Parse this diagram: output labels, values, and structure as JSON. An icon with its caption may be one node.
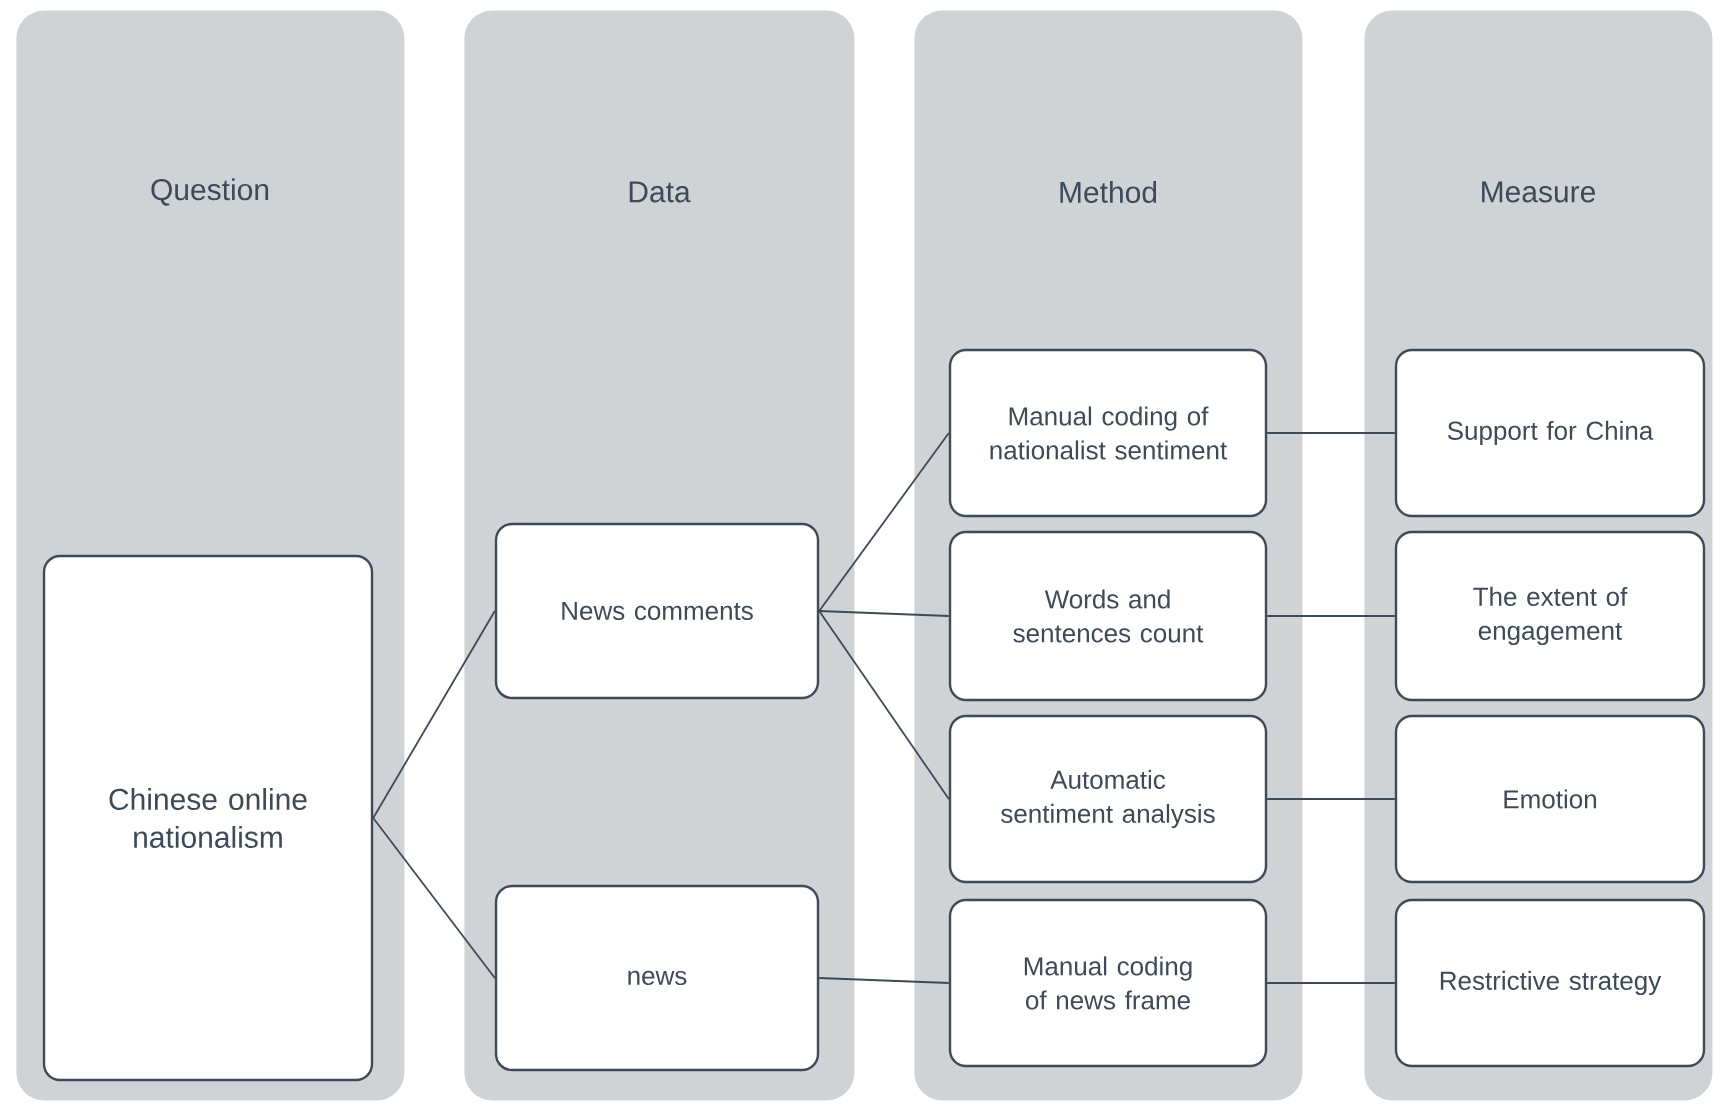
{
  "diagram": {
    "nodes": [
      {
        "text": [
          "Question"
        ]
      },
      {
        "text": [
          "Data"
        ]
      },
      {
        "text": [
          "Method"
        ]
      },
      {
        "text": [
          "Measure"
        ]
      },
      {
        "text": [
          "Chinese online nationalism"
        ],
        "in": 0
      },
      {
        "text": [
          "News comments"
        ],
        "in": 1
      },
      {
        "text": [
          "news"
        ],
        "in": 1
      },
      {
        "text": [
          "Manual coding of nationalist sentiment"
        ],
        "in": 2
      },
      {
        "text": [
          "Words and sentences count"
        ],
        "in": 2
      },
      {
        "text": [
          "Automatic sentiment analysis"
        ],
        "in": 2
      },
      {
        "text": [
          "Manual coding of news frame"
        ],
        "in": 2
      },
      {
        "text": [
          "Support for China"
        ],
        "in": 3
      },
      {
        "text": [
          "The extent of engagement"
        ],
        "in": 3
      },
      {
        "text": [
          "Emotion"
        ],
        "in": 3
      },
      {
        "text": [
          "Restrictive strategy"
        ],
        "in": 3
      }
    ],
    "edges": [
      {
        "from": 4,
        "to": 5,
        "arrow": "none"
      },
      {
        "from": 4,
        "to": 6,
        "arrow": "none"
      },
      {
        "from": 5,
        "to": 7,
        "arrow": "none"
      },
      {
        "from": 5,
        "to": 8,
        "arrow": "none"
      },
      {
        "from": 5,
        "to": 9,
        "arrow": "none"
      },
      {
        "from": 6,
        "to": 10,
        "arrow": "none"
      },
      {
        "from": 7,
        "to": 11,
        "arrow": "none"
      },
      {
        "from": 8,
        "to": 12,
        "arrow": "none"
      },
      {
        "from": 9,
        "to": 13,
        "arrow": "none"
      },
      {
        "from": 10,
        "to": 14,
        "arrow": "none"
      }
    ]
  }
}
